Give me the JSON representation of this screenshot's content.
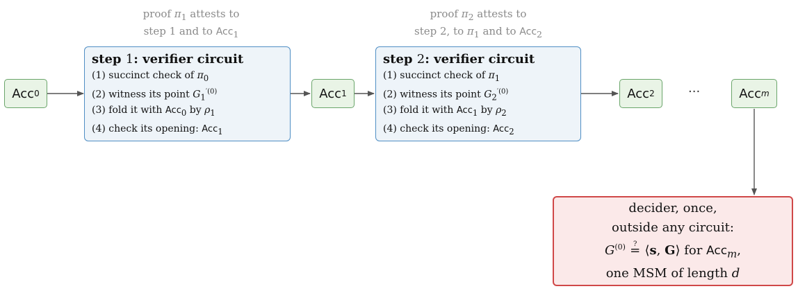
{
  "captions": {
    "c1": {
      "line1_pre": "proof ",
      "line1_sym": "π",
      "line1_sub": "1",
      "line1_post": " attests to",
      "line2_pre": "step 1 and to ",
      "line2_acc": "Acc",
      "line2_sub": "1"
    },
    "c2": {
      "line1_pre": "proof ",
      "line1_sym": "π",
      "line1_sub": "2",
      "line1_post": " attests to",
      "line2_pre": "step 2, to ",
      "line2_sym": "π",
      "line2_sym_sub": "1",
      "line2_mid": " and to ",
      "line2_acc": "Acc",
      "line2_sub": "2"
    }
  },
  "acc_nodes": [
    {
      "label": "Acc",
      "sub": "0"
    },
    {
      "label": "Acc",
      "sub": "1"
    },
    {
      "label": "Acc",
      "sub": "2"
    },
    {
      "label": "Acc",
      "sub": "m"
    }
  ],
  "ellipsis": "···",
  "steps": [
    {
      "title_word": "step",
      "title_num": "1",
      "title_rest": ": verifier circuit",
      "l1_pre": "(1) succinct check of ",
      "l1_sym": "π",
      "l1_sub": "0",
      "l2_pre": "(2) witness its point ",
      "l2_sym": "G",
      "l2_sub": "1",
      "l2_sup": "′(0)",
      "l3_pre": "(3) fold it with ",
      "l3_acc": "Acc",
      "l3_acc_sub": "0",
      "l3_mid": " by ",
      "l3_sym": "ρ",
      "l3_sub": "1",
      "l4_pre": "(4) check its opening: ",
      "l4_acc": "Acc",
      "l4_sub": "1"
    },
    {
      "title_word": "step",
      "title_num": "2",
      "title_rest": ": verifier circuit",
      "l1_pre": "(1) succinct check of ",
      "l1_sym": "π",
      "l1_sub": "1",
      "l2_pre": "(2) witness its point ",
      "l2_sym": "G",
      "l2_sub": "2",
      "l2_sup": "′(0)",
      "l3_pre": "(3) fold it with ",
      "l3_acc": "Acc",
      "l3_acc_sub": "1",
      "l3_mid": " by ",
      "l3_sym": "ρ",
      "l3_sub": "2",
      "l4_pre": "(4) check its opening: ",
      "l4_acc": "Acc",
      "l4_sub": "2"
    }
  ],
  "decider": {
    "line1": "decider, once,",
    "line2": "outside any circuit:",
    "l3_sym": "G",
    "l3_sup": "(0)",
    "l3_q": "?",
    "l3_eq": "=",
    "l3_lang": "⟨",
    "l3_s": "s",
    "l3_comma": ", ",
    "l3_G": "G",
    "l3_rang": "⟩",
    "l3_for": " for ",
    "l3_acc": "Acc",
    "l3_sub": "m",
    "l3_end": ",",
    "l4_pre": "one MSM of length ",
    "l4_sym": "d"
  },
  "colors": {
    "acc_fill": "#e9f4e6",
    "acc_border": "#6aa56a",
    "step_fill": "#eef4f9",
    "step_border": "#4f8ec4",
    "decider_fill": "#fbe9e9",
    "decider_border": "#d04848",
    "caption": "#8a8a8a",
    "arrow": "#555555"
  }
}
